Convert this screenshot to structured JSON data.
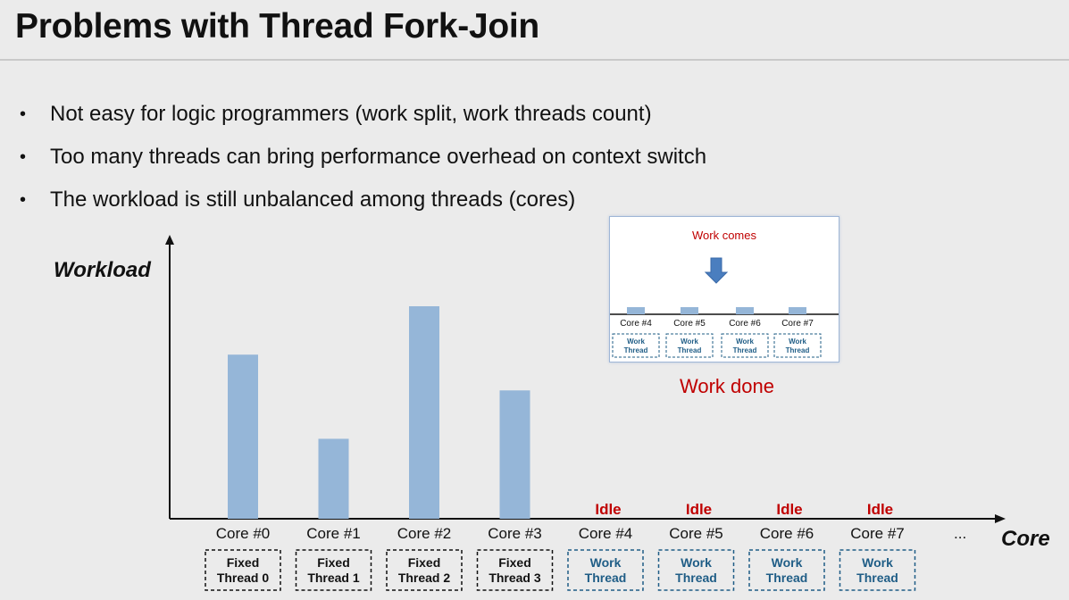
{
  "slide": {
    "title": "Problems with Thread Fork-Join",
    "bullets": [
      "Not easy for logic programmers (work split, work threads count)",
      "Too many threads can bring performance overhead on context switch",
      "The workload is still unbalanced among threads (cores)"
    ],
    "bullet_marker": "•"
  },
  "chart_data": {
    "type": "bar",
    "ylabel": "Workload",
    "xlabel": "Core",
    "ylim": [
      0,
      100
    ],
    "categories": [
      "Core #0",
      "Core #1",
      "Core #2",
      "Core #3",
      "Core #4",
      "Core #5",
      "Core #6",
      "Core #7"
    ],
    "values": [
      78,
      38,
      101,
      61,
      0,
      0,
      0,
      0
    ],
    "ellipsis": "...",
    "idle_label": "Idle",
    "idle_cores": [
      4,
      5,
      6,
      7
    ],
    "threads": [
      {
        "line1": "Fixed",
        "line2": "Thread 0",
        "kind": "fixed"
      },
      {
        "line1": "Fixed",
        "line2": "Thread 1",
        "kind": "fixed"
      },
      {
        "line1": "Fixed",
        "line2": "Thread 2",
        "kind": "fixed"
      },
      {
        "line1": "Fixed",
        "line2": "Thread 3",
        "kind": "fixed"
      },
      {
        "line1": "Work",
        "line2": "Thread",
        "kind": "work"
      },
      {
        "line1": "Work",
        "line2": "Thread",
        "kind": "work"
      },
      {
        "line1": "Work",
        "line2": "Thread",
        "kind": "work"
      },
      {
        "line1": "Work",
        "line2": "Thread",
        "kind": "work"
      }
    ],
    "colors": {
      "bar": "#95b6d8",
      "fixed_text": "#111111",
      "work_text": "#1f5d86",
      "idle": "#c00000"
    }
  },
  "inset": {
    "work_comes": "Work comes",
    "work_done": "Work done",
    "cores": [
      "Core #4",
      "Core #5",
      "Core #6",
      "Core #7"
    ],
    "values": [
      8,
      8,
      8,
      8
    ],
    "thread_line1": "Work",
    "thread_line2": "Thread",
    "arrow_color": "#4a7ebf"
  }
}
